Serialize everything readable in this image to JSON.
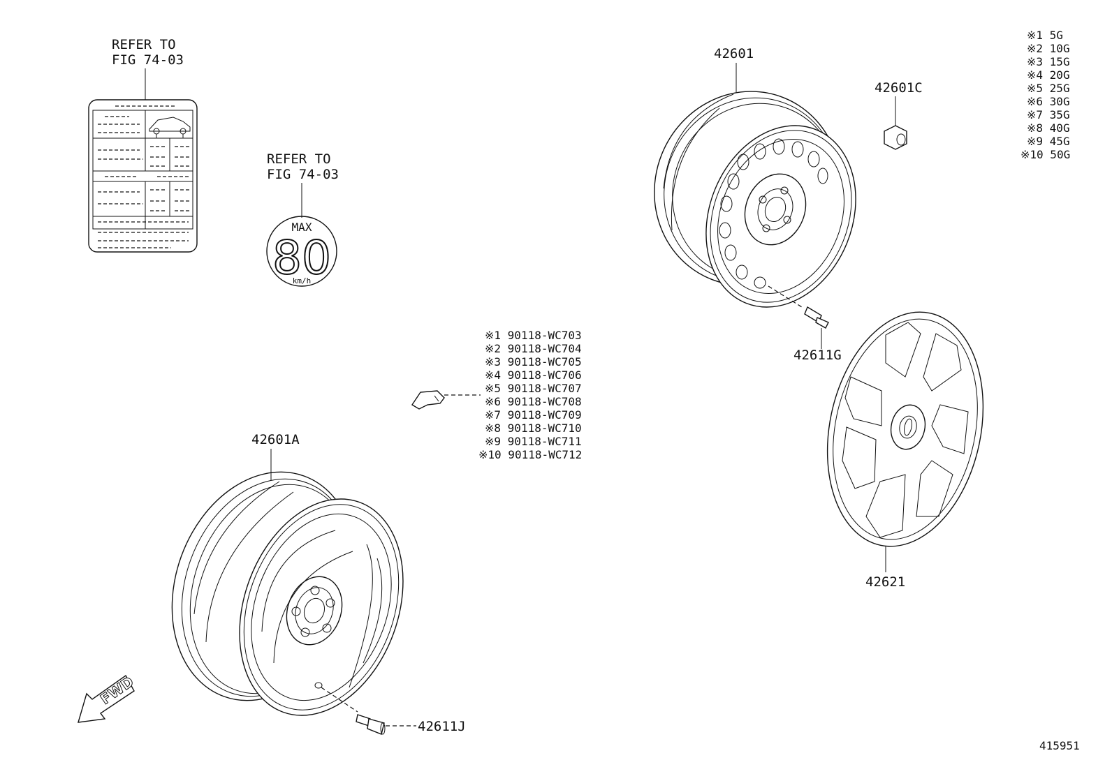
{
  "parts": {
    "wheel_main": "42601",
    "nut": "42601C",
    "valve_main": "42611G",
    "wheel_cover": "42621",
    "wheel_spare": "42601A",
    "valve_spare": "42611J"
  },
  "refer_label": {
    "line1": "REFER TO",
    "line2": "FIG 74-03"
  },
  "refer_label_2": {
    "line1": "REFER TO",
    "line2": "FIG 74-03"
  },
  "speed_sticker": {
    "top": "MAX",
    "value": "80",
    "unit": "km/h"
  },
  "weights": [
    "※1 5G",
    "※2 10G",
    "※3 15G",
    "※4 20G",
    "※5 25G",
    "※6 30G",
    "※7 35G",
    "※8 40G",
    "※9 45G",
    "※10 50G"
  ],
  "sensor_parts": [
    "※1 90118-WC703",
    "※2 90118-WC704",
    "※3 90118-WC705",
    "※4 90118-WC706",
    "※5 90118-WC707",
    "※6 90118-WC708",
    "※7 90118-WC709",
    "※8 90118-WC710",
    "※9 90118-WC711",
    "※10 90118-WC712"
  ],
  "fwd_label": "FWD",
  "figure_number": "415951"
}
